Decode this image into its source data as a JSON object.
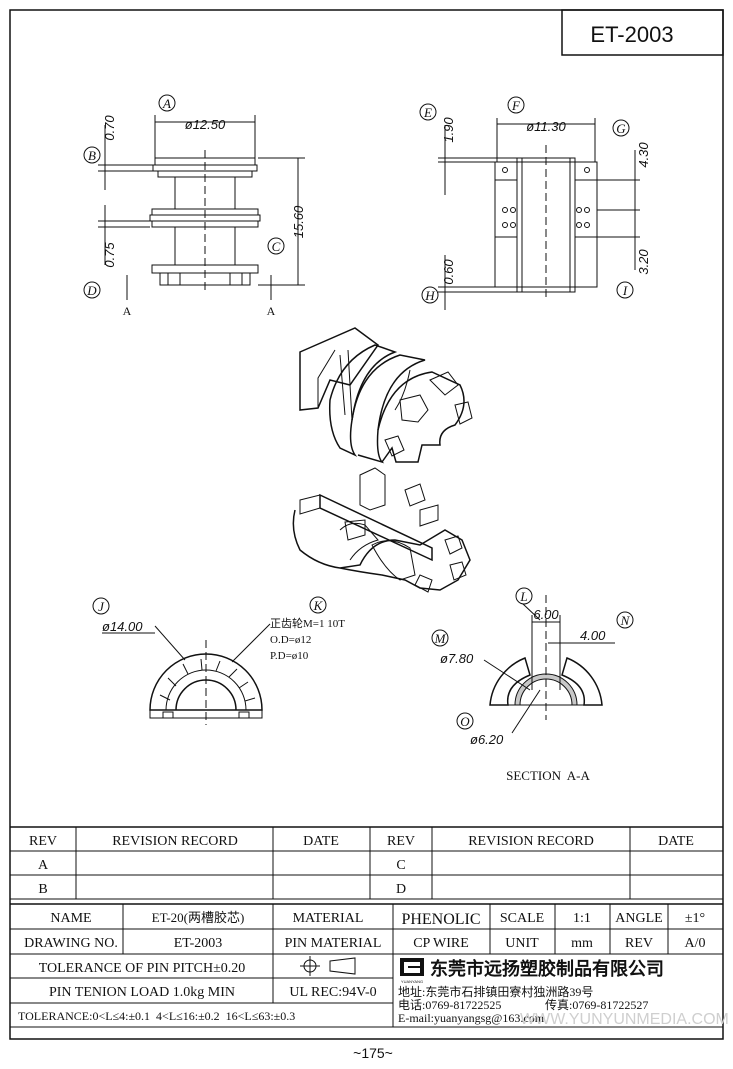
{
  "drawing_code": "ET-2003",
  "page_number": "~175~",
  "watermark": "WWW.YUNYUNMEDIA.COM",
  "views": {
    "section_marks": [
      "A",
      "A"
    ],
    "front": {
      "callouts": [
        "A",
        "B",
        "C",
        "D"
      ],
      "dims": {
        "A": "ø12.50",
        "B": "0.70",
        "C": "15.60",
        "D": "0.75"
      }
    },
    "side": {
      "callouts": [
        "E",
        "F",
        "G",
        "H",
        "I"
      ],
      "dims": {
        "E": "1.90",
        "F": "ø11.30",
        "G": "4.30",
        "H": "0.60",
        "I": "3.20"
      }
    },
    "gear": {
      "callouts": [
        "J",
        "K"
      ],
      "dims": {
        "J": "ø14.00"
      },
      "notes": [
        "正齿轮M=1 10T",
        "O.D=ø12",
        "P.D=ø10"
      ]
    },
    "section": {
      "callouts": [
        "L",
        "M",
        "N",
        "O"
      ],
      "dims": {
        "L": "6.00",
        "M": "ø7.80",
        "N": "4.00",
        "O": "ø6.20"
      },
      "title": "SECTION  A-A"
    }
  },
  "revision_table": {
    "headers": [
      "REV",
      "REVISION RECORD",
      "DATE",
      "REV",
      "REVISION RECORD",
      "DATE"
    ],
    "rows": [
      [
        "A",
        "C"
      ],
      [
        "B",
        "D"
      ]
    ]
  },
  "title_block": {
    "name_label": "NAME",
    "name_value": "ET-20(两槽胶芯)",
    "material_label": "MATERIAL",
    "material_value": "PHENOLIC",
    "scale_label": "SCALE",
    "scale_value": "1:1",
    "angle_label": "ANGLE",
    "angle_value": "±1°",
    "drawing_no_label": "DRAWING NO.",
    "drawing_no_value": "ET-2003",
    "pin_material_label": "PIN MATERIAL",
    "pin_material_value": "CP WIRE",
    "unit_label": "UNIT",
    "unit_value": "mm",
    "rev_label": "REV",
    "rev_value": "A/0",
    "pin_pitch": "TOLERANCE OF PIN PITCH±0.20",
    "pin_load": "PIN TENION LOAD 1.0kg MIN",
    "ul": "UL REC:94V-0",
    "tolerance": "TOLERANCE:0<L≤4:±0.1  4<L≤16:±0.2  16<L≤63:±0.3",
    "company": "东莞市远扬塑胶制品有限公司",
    "logo_text": "YUANYANG",
    "address": "地址:东莞市石排镇田寮村独洲路39号",
    "phone": "电话:0769-81722525",
    "fax": "传真:0769-81722527",
    "email": "E-mail:yuanyangsg@163.com"
  }
}
